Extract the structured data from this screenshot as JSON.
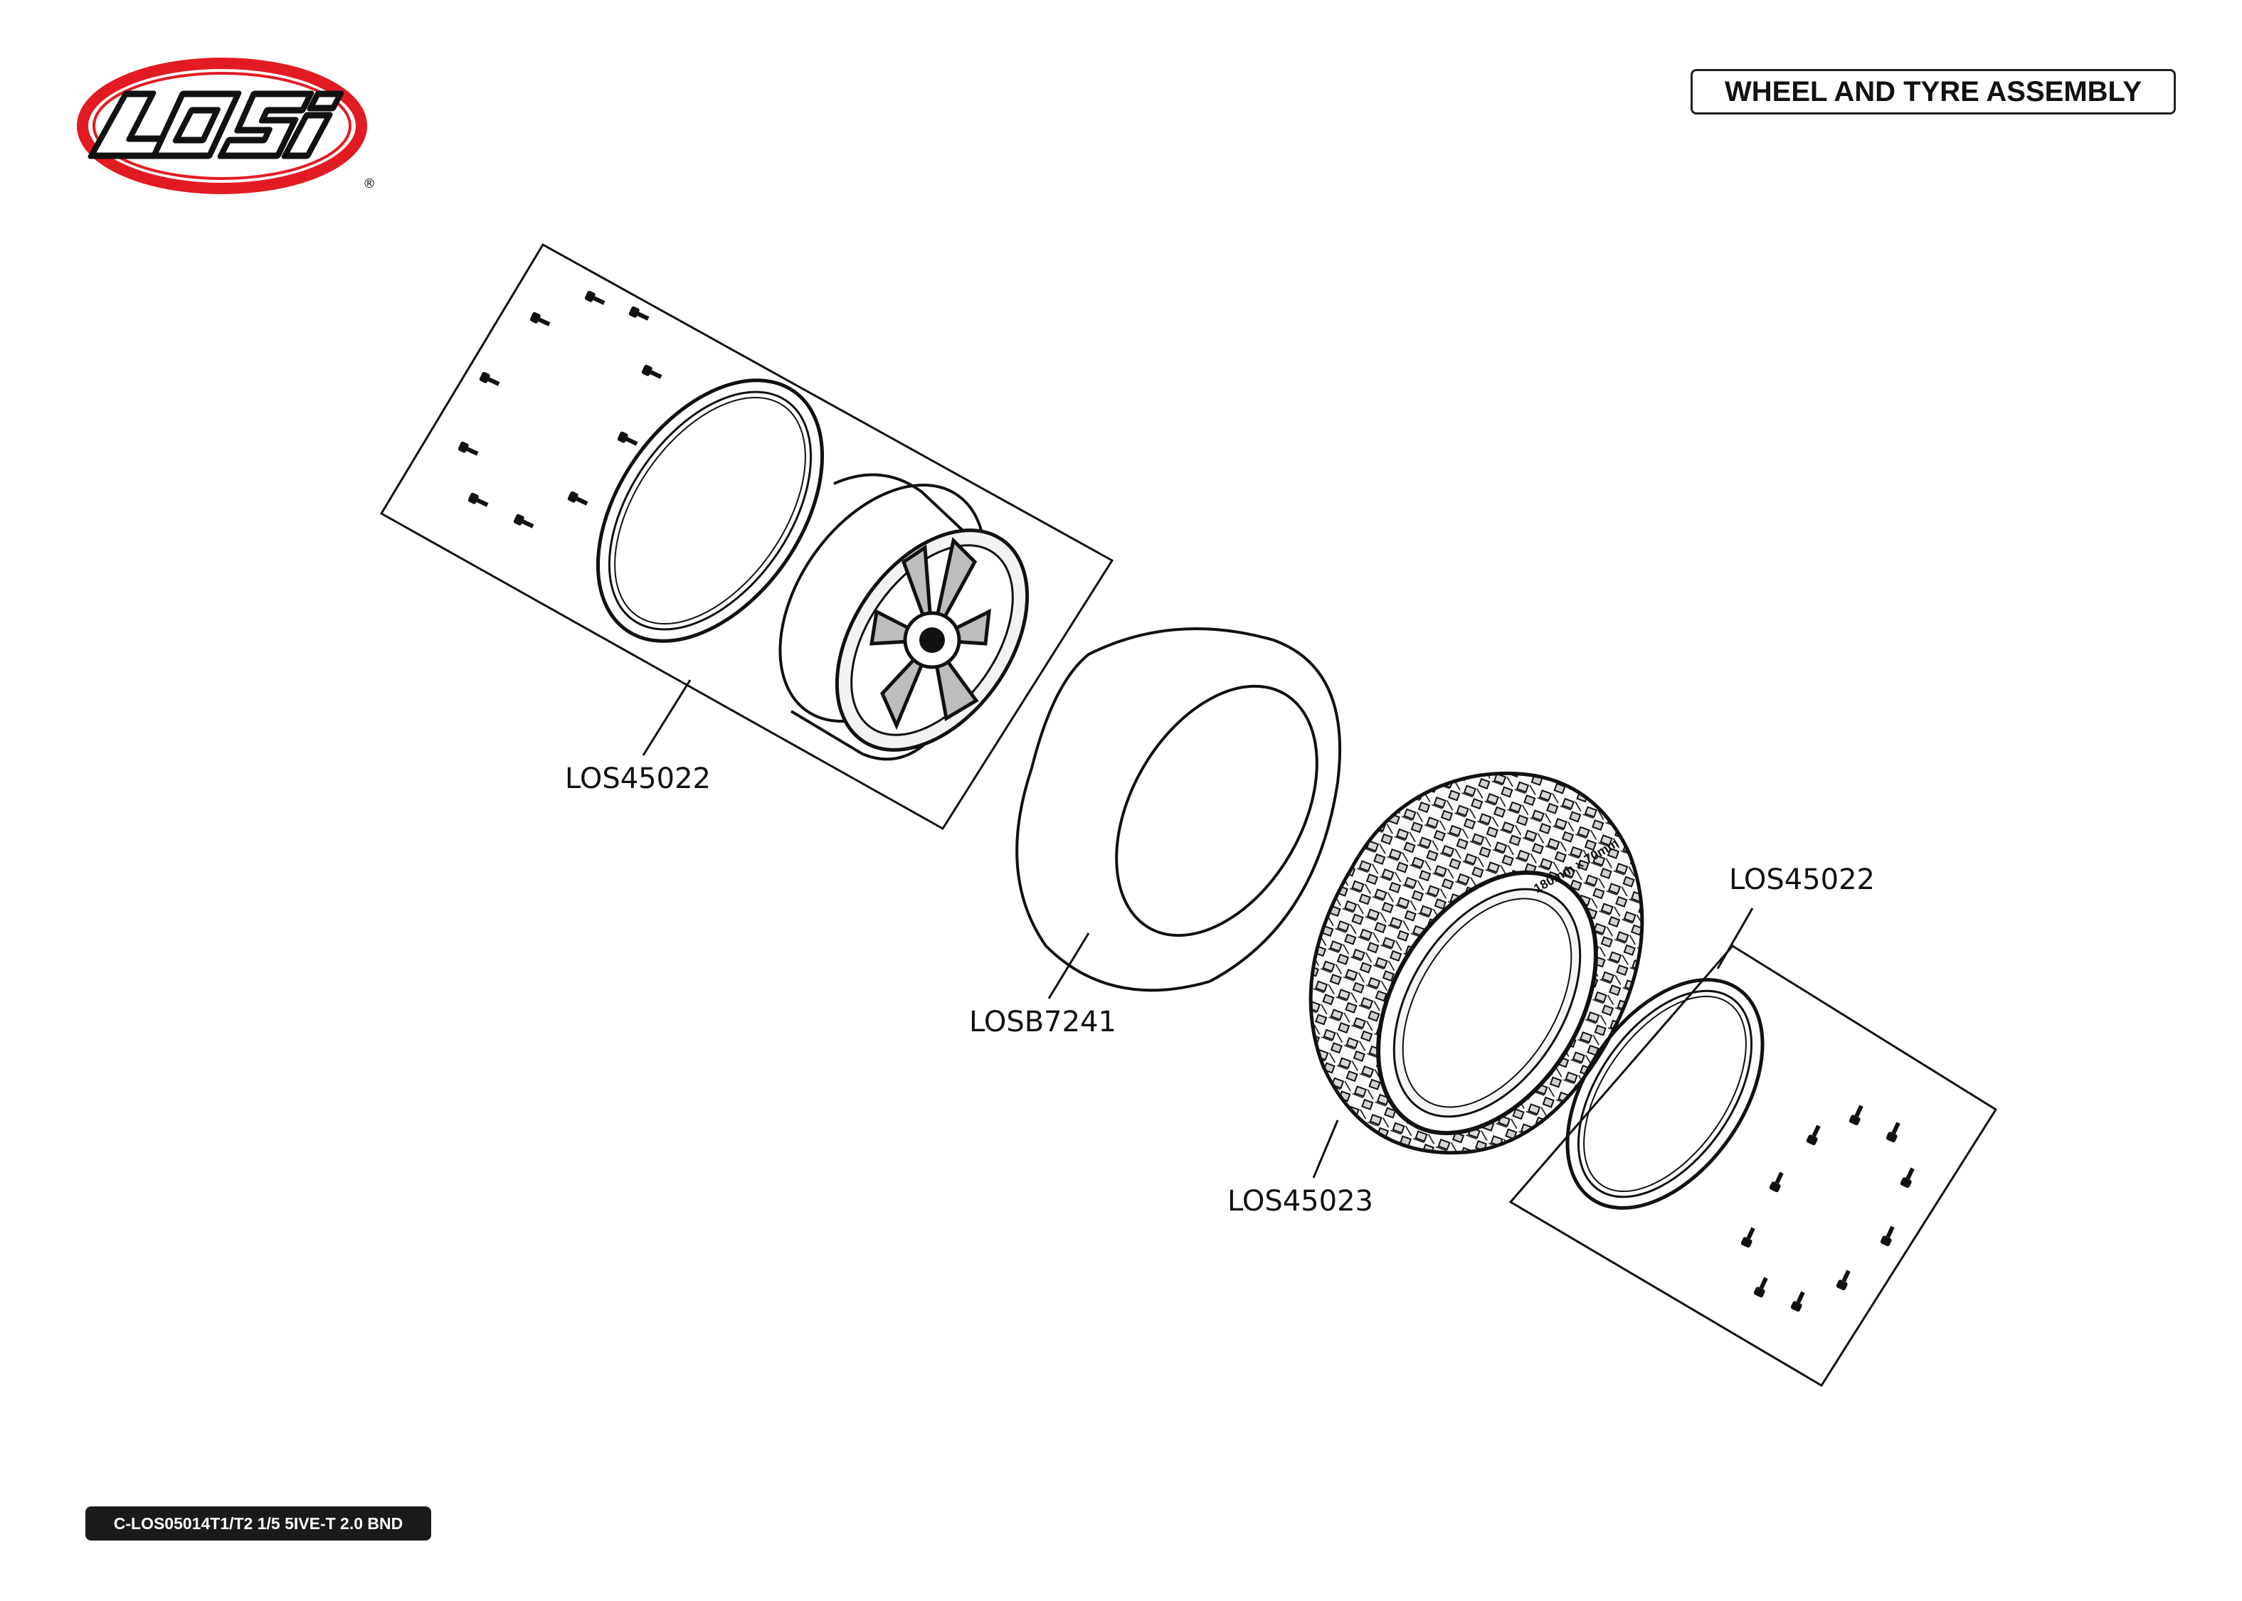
{
  "brand": {
    "logo_text": "LOSi",
    "registered_mark": "®"
  },
  "header": {
    "title": "WHEEL AND TYRE ASSEMBLY"
  },
  "callouts": {
    "left_bead_kit": "LOS45022",
    "foam_insert": "LOSB7241",
    "mounted_tyre": "LOS45023",
    "right_bead_kit": "LOS45022"
  },
  "tyre_sidewall_text": "180mm x 70mm",
  "footer": {
    "model_code": "C-LOS05014T1/T2 1/5 5IVE-T 2.0 BND"
  },
  "colors": {
    "logo_red": "#e21b23",
    "ink": "#111111",
    "footer_bg": "#1a1a1a"
  }
}
